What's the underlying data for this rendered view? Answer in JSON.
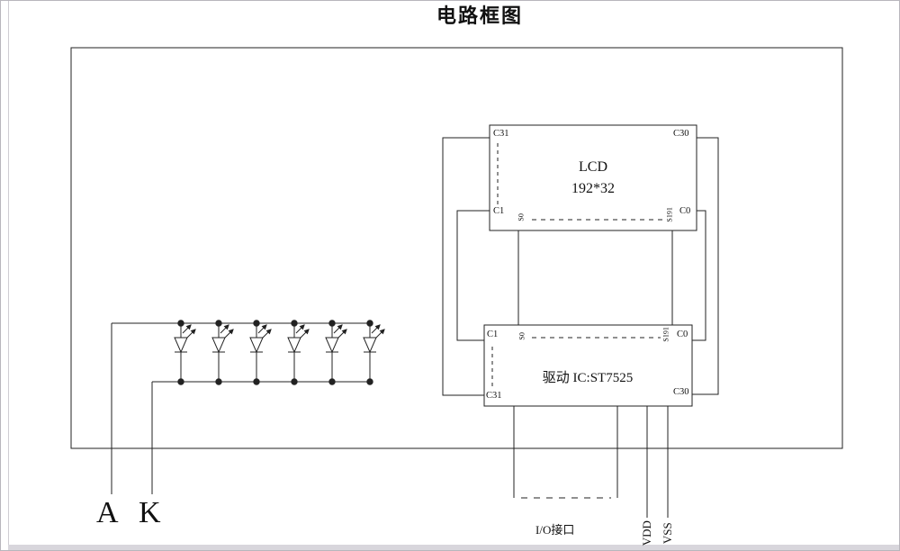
{
  "page": {
    "title": "电路框图"
  },
  "lcd": {
    "name": "LCD",
    "resolution": "192*32",
    "pin_top_left": "C31",
    "pin_top_right": "C30",
    "pin_bottom_left": "C1",
    "pin_bottom_right": "C0",
    "seg_first": "S0",
    "seg_last": "S191"
  },
  "driver": {
    "label": "驱动 IC:ST7525",
    "pin_top_left": "C1",
    "pin_top_right": "C0",
    "pin_bottom_left": "C31",
    "pin_bottom_right": "C30",
    "seg_first": "S0",
    "seg_last": "S191"
  },
  "io": {
    "label": "I/O接口"
  },
  "power": {
    "vdd": "VDD",
    "vss": "VSS"
  },
  "backlight": {
    "anode": "A",
    "cathode": "K"
  },
  "colors": {
    "line": "#222222",
    "edge_band": "#d8d6dc"
  }
}
